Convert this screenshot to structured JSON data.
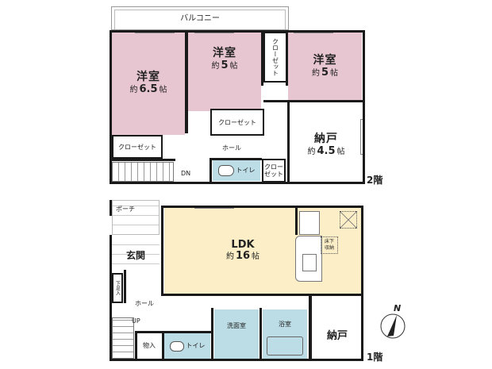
{
  "floor2": {
    "label": "2階",
    "balcony": "バルコニー",
    "rooms": [
      {
        "name": "洋室",
        "size_prefix": "約",
        "size": "6.5",
        "unit": "帖"
      },
      {
        "name": "洋室",
        "size_prefix": "約",
        "size": "5",
        "unit": "帖"
      },
      {
        "name": "洋室",
        "size_prefix": "約",
        "size": "5",
        "unit": "帖"
      },
      {
        "name": "納戸",
        "size_prefix": "約",
        "size": "4.5",
        "unit": "帖"
      }
    ],
    "closets": [
      "クローゼット",
      "クローゼット",
      "クローゼット",
      "クローゼット"
    ],
    "hall": "ホール",
    "toilet": "トイレ",
    "stairs_dir": "DN"
  },
  "floor1": {
    "label": "1階",
    "porch": "ポーチ",
    "entrance": "玄関",
    "shoe_box": "下足入",
    "hall": "ホール",
    "stairs_dir": "UP",
    "storage": "物入",
    "toilet": "トイレ",
    "washroom": "洗面室",
    "bathroom": "浴室",
    "nando": "納戸",
    "ldk": {
      "name": "LDK",
      "size_prefix": "約",
      "size": "16",
      "unit": "帖"
    },
    "underfloor_storage": "床下収納"
  },
  "compass": {
    "north": "N"
  },
  "colors": {
    "wall": "#1a1a1a",
    "bedroom": "#e8c6d1",
    "ldk": "#fcefc7",
    "wet_area": "#bcdde6"
  }
}
